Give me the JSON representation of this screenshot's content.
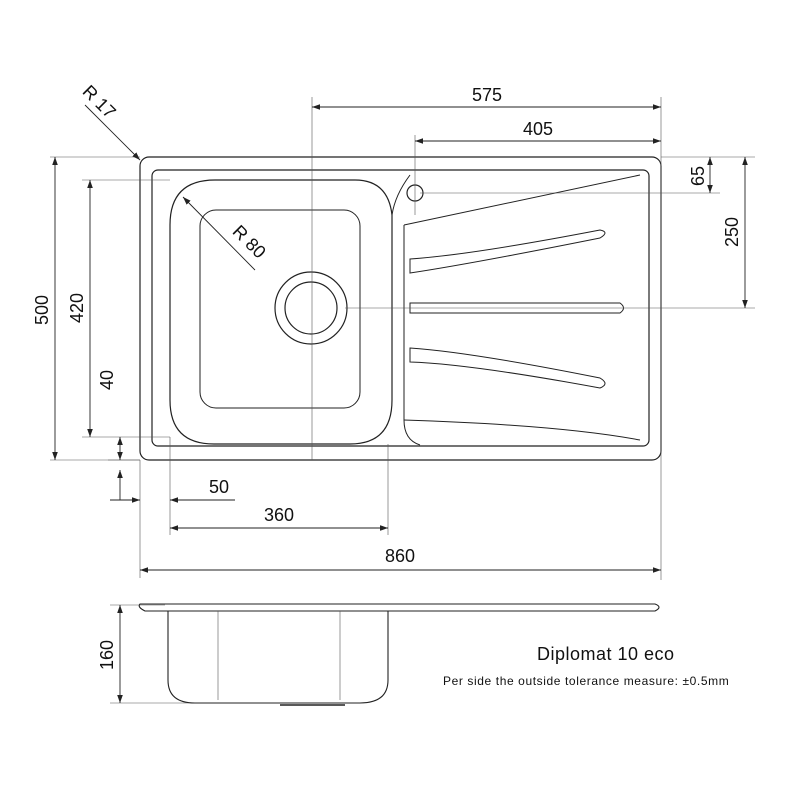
{
  "product": {
    "name": "Diplomat 10 eco",
    "tolerance_note": "Per side the outside tolerance measure: ±0.5mm"
  },
  "dimensions": {
    "corner_radius": "R 17",
    "bowl_radius": "R 80",
    "drainer_width": "575",
    "tap_hole_offset": "405",
    "tap_hole_from_edge": "65",
    "waste_from_edge": "250",
    "overall_depth": "500",
    "bowl_depth_plan": "420",
    "bowl_edge_offset": "40",
    "bowl_side_offset": "50",
    "bowl_width": "360",
    "overall_width": "860",
    "bowl_height": "160"
  },
  "colors": {
    "line": "#222222",
    "thin": "#555555"
  }
}
